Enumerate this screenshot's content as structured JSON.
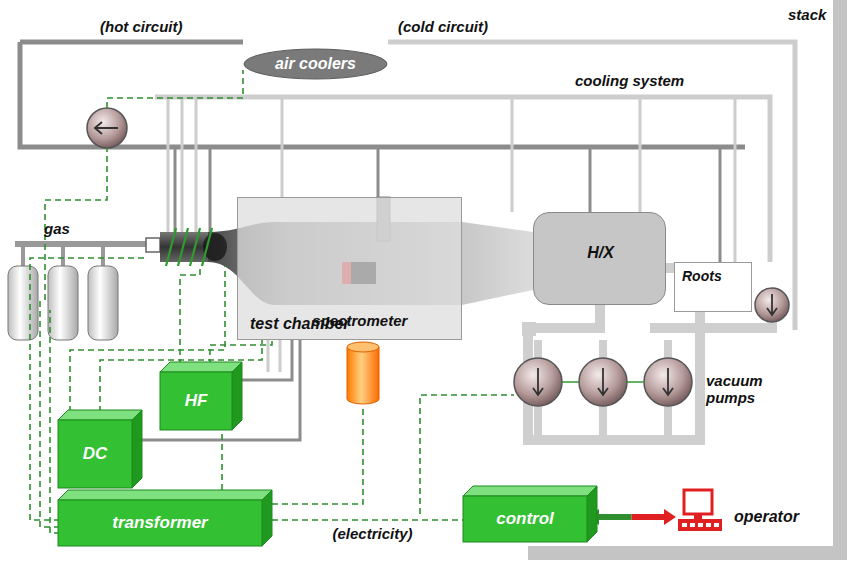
{
  "diagram": {
    "nodes": [
      {
        "text": [
          "air coolers"
        ]
      },
      {
        "text": [
          "test chamber"
        ]
      },
      {
        "text": [
          "H/X"
        ]
      },
      {
        "text": [
          "Roots"
        ]
      },
      {
        "text": [
          "spectrometer"
        ]
      },
      {
        "text": [
          "HF"
        ]
      },
      {
        "text": [
          "DC"
        ]
      },
      {
        "text": [
          "transformer"
        ]
      },
      {
        "text": [
          "control"
        ]
      },
      {
        "text": [
          "operator"
        ]
      }
    ],
    "edges": [
      {
        "from": 8,
        "to": 9,
        "arrow": "both"
      },
      {
        "from": 7,
        "to": 4,
        "arrow": "none"
      },
      {
        "from": 7,
        "to": 8,
        "label": "(electricity)",
        "arrow": "none"
      },
      {
        "from": 7,
        "to": 5,
        "arrow": "none"
      }
    ],
    "labels": [
      "(hot circuit)",
      "(cold circuit)",
      "cooling system",
      "stack",
      "gas",
      "vacuum pumps"
    ]
  }
}
